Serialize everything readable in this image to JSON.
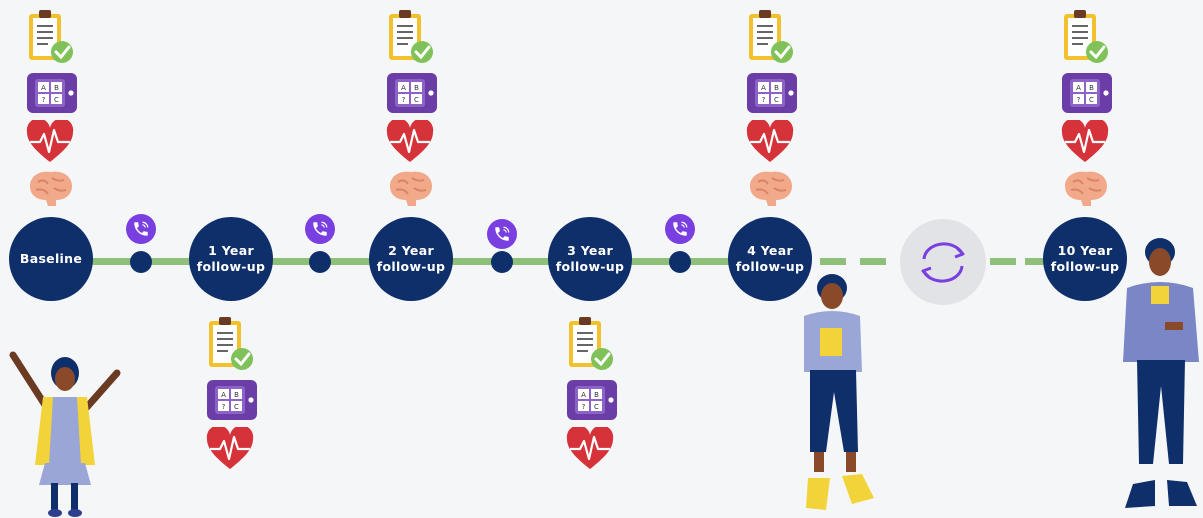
{
  "milestones": [
    {
      "line1": "Baseline",
      "line2": ""
    },
    {
      "line1": "1 Year",
      "line2": "follow-up"
    },
    {
      "line1": "2 Year",
      "line2": "follow-up"
    },
    {
      "line1": "3 Year",
      "line2": "follow-up"
    },
    {
      "line1": "4 Year",
      "line2": "follow-up"
    },
    {
      "line1": "10 Year",
      "line2": "follow-up"
    }
  ],
  "icons": {
    "questionnaire": "clipboard-check-icon",
    "cognitive_test": "tablet-test-icon",
    "heart": "heart-ecg-icon",
    "brain": "brain-icon",
    "phone_call": "phone-call-icon",
    "repeat": "cycle-arrows-icon"
  },
  "tablet_letters": [
    "A",
    "B",
    "?",
    "C"
  ],
  "colors": {
    "milestone": "#0f2f6b",
    "line": "#8fc07a",
    "phone": "#7a3fe0",
    "heart": "#d6323a",
    "tablet": "#6a3ea6",
    "check": "#7fc25a",
    "clipboard": "#f2c12e",
    "brain": "#f2a98a"
  }
}
